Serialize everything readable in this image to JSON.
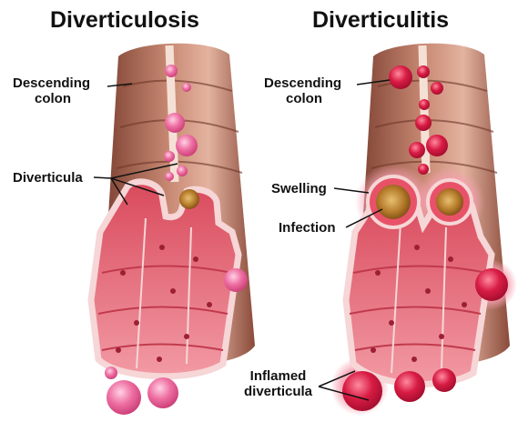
{
  "titles": {
    "left": "Diverticulosis",
    "right": "Diverticulitis"
  },
  "left_panel": {
    "descending_colon": [
      "Descending",
      "colon"
    ],
    "diverticula": "Diverticula"
  },
  "right_panel": {
    "descending_colon": [
      "Descending",
      "colon"
    ],
    "swelling": "Swelling",
    "infection": "Infection",
    "inflamed": [
      "Inflamed",
      "diverticula"
    ]
  },
  "colors": {
    "colon_dark": "#8a4a3a",
    "colon_light": "#d8a08a",
    "lumen": "#e8707a",
    "lumen_wall": "#f3c7c7",
    "normal_diverticula": "#ec6c9c",
    "inflamed_diverticula": "#d81c44",
    "infection": "#b07a2a",
    "swelling_glow": "#f6a0b0"
  }
}
